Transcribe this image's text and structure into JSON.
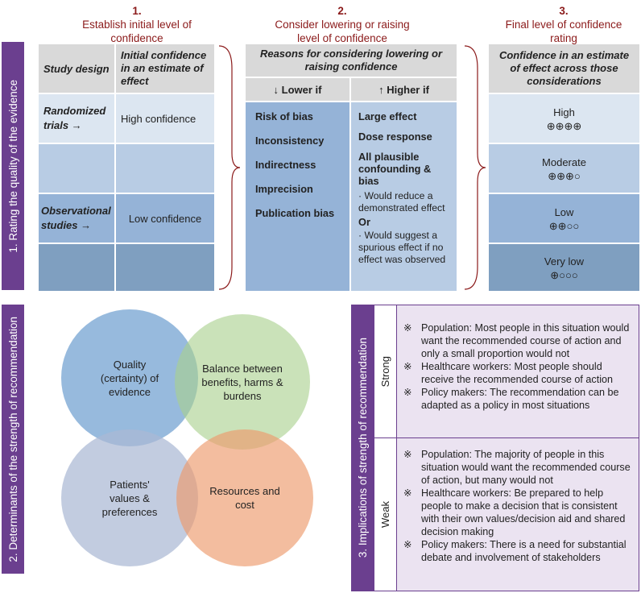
{
  "header": {
    "h1": {
      "num": "1.",
      "label": "Establish initial level of confidence"
    },
    "h2": {
      "num": "2.",
      "label": "Consider lowering or raising level of confidence"
    },
    "h3": {
      "num": "3.",
      "label": "Final level of confidence rating"
    }
  },
  "sidebar": {
    "rating": "1. Rating the quality of the evidence",
    "determinants": "2. Determinants of the strength of recommendation",
    "implications": "3. Implications of strength of recommendation"
  },
  "table1": {
    "col_study": "Study design",
    "col_initial": "Initial confidence in an estimate of effect",
    "rand": "Randomized trials →",
    "high": "High confidence",
    "obs": "Observational studies →",
    "low": "Low confidence"
  },
  "table2": {
    "title": "Reasons for considering lowering or raising confidence",
    "lower_if": "↓ Lower if",
    "higher_if": "↑ Higher if",
    "lower": [
      "Risk of bias",
      "Inconsistency",
      "Indirectness",
      "Imprecision",
      "Publication bias"
    ],
    "higher_large": "Large effect",
    "higher_dose": "Dose response",
    "higher_conf": "All plausible confounding & bias",
    "higher_b1": "· Would reduce a demonstrated effect",
    "higher_or": "Or",
    "higher_b2": "· Would suggest a spurious effect if no effect was observed"
  },
  "table3": {
    "title": "Confidence in an estimate of effect across those considerations",
    "levels": [
      {
        "label": "High",
        "sym": "⊕⊕⊕⊕"
      },
      {
        "label": "Moderate",
        "sym": "⊕⊕⊕○"
      },
      {
        "label": "Low",
        "sym": "⊕⊕○○"
      },
      {
        "label": "Very low",
        "sym": "⊕○○○"
      }
    ]
  },
  "venn": {
    "quality": "Quality (certainty) of evidence",
    "balance": "Balance between benefits, harms & burdens",
    "values": "Patients' values & preferences",
    "resources": "Resources and cost"
  },
  "implications": {
    "marker": "※",
    "strong_label": "Strong",
    "weak_label": "Weak",
    "strong": [
      "Population: Most people in this situation would want the recommended course of action and only a small proportion would not",
      "Healthcare workers: Most people should receive the recommended course of action",
      "Policy makers: The recommendation can be adapted as a policy in most situations"
    ],
    "weak": [
      "Population: The majority of people in this situation would want the recommended course of action, but many would not",
      "Healthcare workers: Be prepared to help people to make a decision that is consistent with their own values/decision aid and shared decision making",
      "Policy makers: There is a need for substantial debate and involvement of stakeholders"
    ]
  },
  "colors": {
    "purple": "#6b3f8f",
    "header_red": "#8b1a1a",
    "gray": "#d9d9d9",
    "blue_light": "#dce6f1",
    "blue_mid": "#b8cce4",
    "blue_dark": "#95b3d7",
    "blue_darker": "#7f9fc0",
    "circle_blue": "#6f9fd0",
    "circle_green": "#a9d18e",
    "circle_slate": "#aab9d4",
    "circle_orange": "#ec9a6c"
  }
}
